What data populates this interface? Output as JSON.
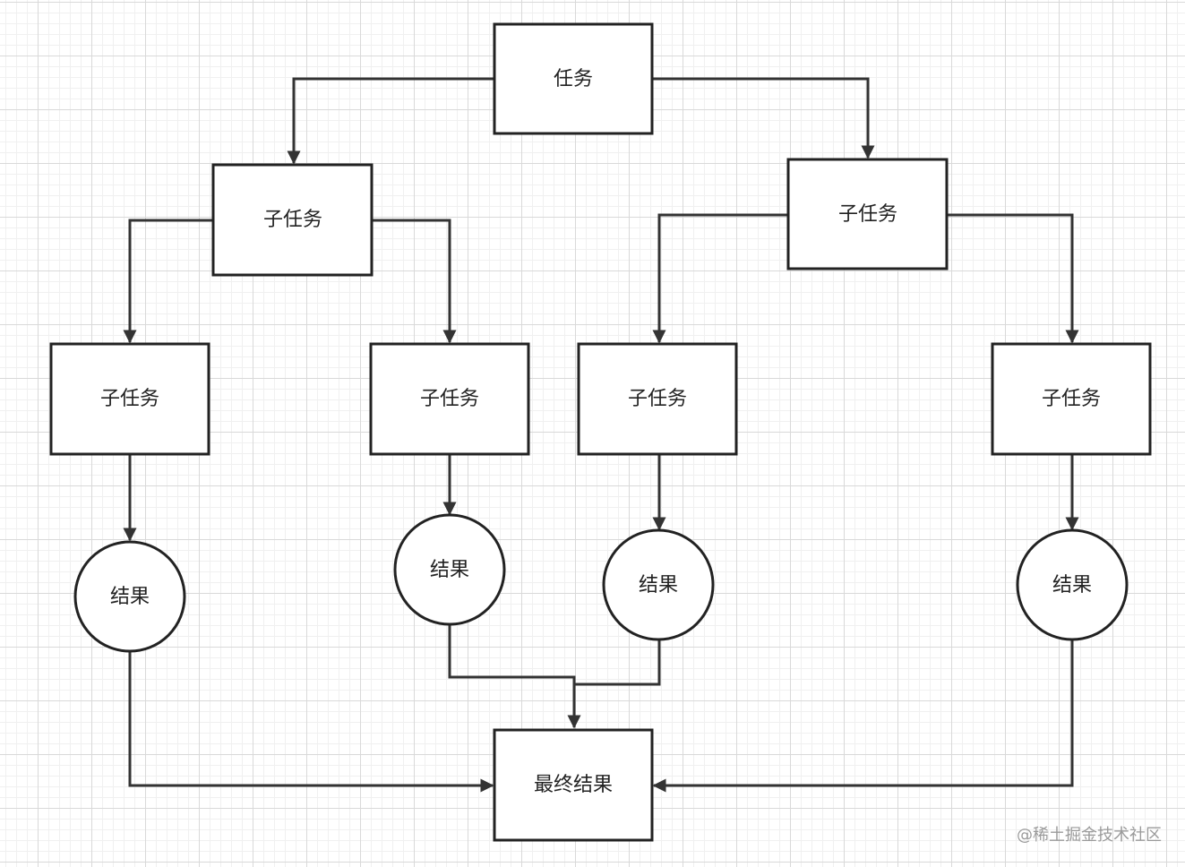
{
  "diagram": {
    "task": "任务",
    "subtask": "子任务",
    "result": "结果",
    "final_result": "最终结果"
  },
  "watermark": "@稀土掘金技术社区"
}
